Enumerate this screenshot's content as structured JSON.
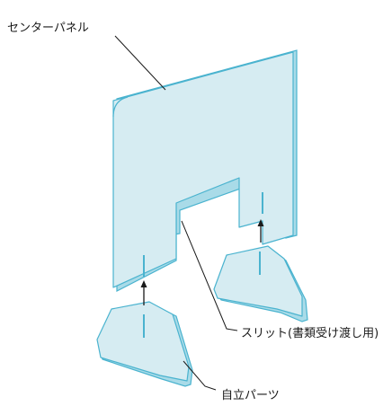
{
  "labels": {
    "center_panel": "センターパネル",
    "slit": "スリット(書類受け渡し用)",
    "stand_parts": "自立パーツ"
  },
  "colors": {
    "panel_fill": "#d6ecf2",
    "panel_edge": "#4ab3cf",
    "panel_edge_light": "#a9dbe8",
    "leader_line": "#1a1a1a",
    "arrow": "#1a1a1a"
  }
}
